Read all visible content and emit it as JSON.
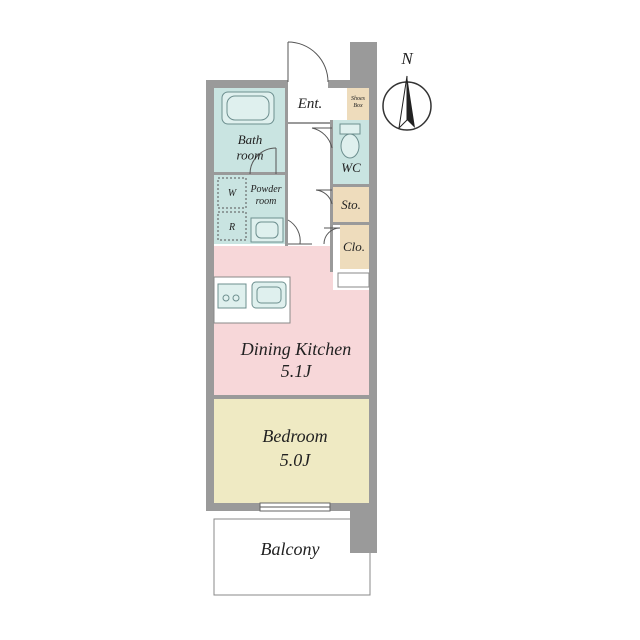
{
  "rooms": {
    "entrance": "Ent.",
    "shoes_box": "Shoes Box",
    "bath": "Bath room",
    "wc": "WC",
    "powder": "Powder room",
    "washer": "W",
    "fridge": "R",
    "storage": "Sto.",
    "closet": "Clo.",
    "dining_kitchen": "Dining Kitchen",
    "dining_kitchen_size": "5.1J",
    "bedroom": "Bedroom",
    "bedroom_size": "5.0J",
    "balcony": "Balcony"
  },
  "compass": {
    "north": "N"
  },
  "colors": {
    "wet_area": "#c9e4e1",
    "entrance_area": "#ffffff",
    "storage": "#eedcbc",
    "dining_kitchen": "#f7d7d9",
    "bedroom": "#efeac3",
    "wall": "#9a9a9a"
  }
}
